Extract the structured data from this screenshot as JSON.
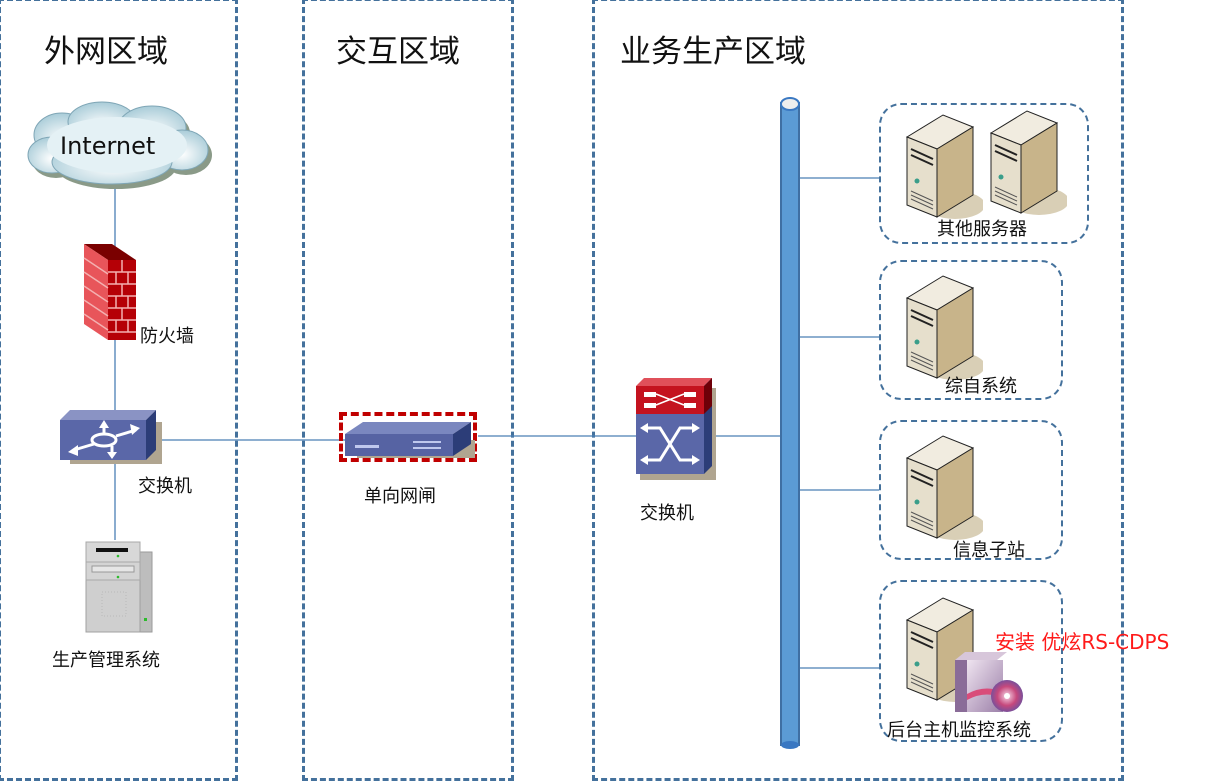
{
  "zones": {
    "external": {
      "title": "外网区域"
    },
    "interaction": {
      "title": "交互区域"
    },
    "production": {
      "title": "业务生产区域"
    }
  },
  "devices": {
    "internet": {
      "label": "Internet",
      "icon": "cloud-icon"
    },
    "firewall": {
      "label": "防火墙",
      "icon": "firewall-icon"
    },
    "external_switch": {
      "label": "交换机",
      "icon": "switch-icon"
    },
    "production_mgmt": {
      "label": "生产管理系统",
      "icon": "pc-tower-icon"
    },
    "one_way_gateway": {
      "label": "单向网闸",
      "icon": "gateway-appliance-icon",
      "highlight_color": "#c00000"
    },
    "core_switch": {
      "label": "交换机",
      "icon": "core-switch-icon"
    }
  },
  "server_groups": [
    {
      "label": "其他服务器",
      "server_count": 2
    },
    {
      "label": "综自系统",
      "server_count": 1
    },
    {
      "label": "信息子站",
      "server_count": 1
    },
    {
      "label": "后台主机监控系统",
      "server_count": 1,
      "has_software": true
    }
  ],
  "annotation": {
    "text": "安装  优炫RS-CDPS",
    "color": "#ff1a1a"
  },
  "colors": {
    "zone_border": "#44719c",
    "bus": "#5b9bd5",
    "wire": "#4a7fb5"
  }
}
